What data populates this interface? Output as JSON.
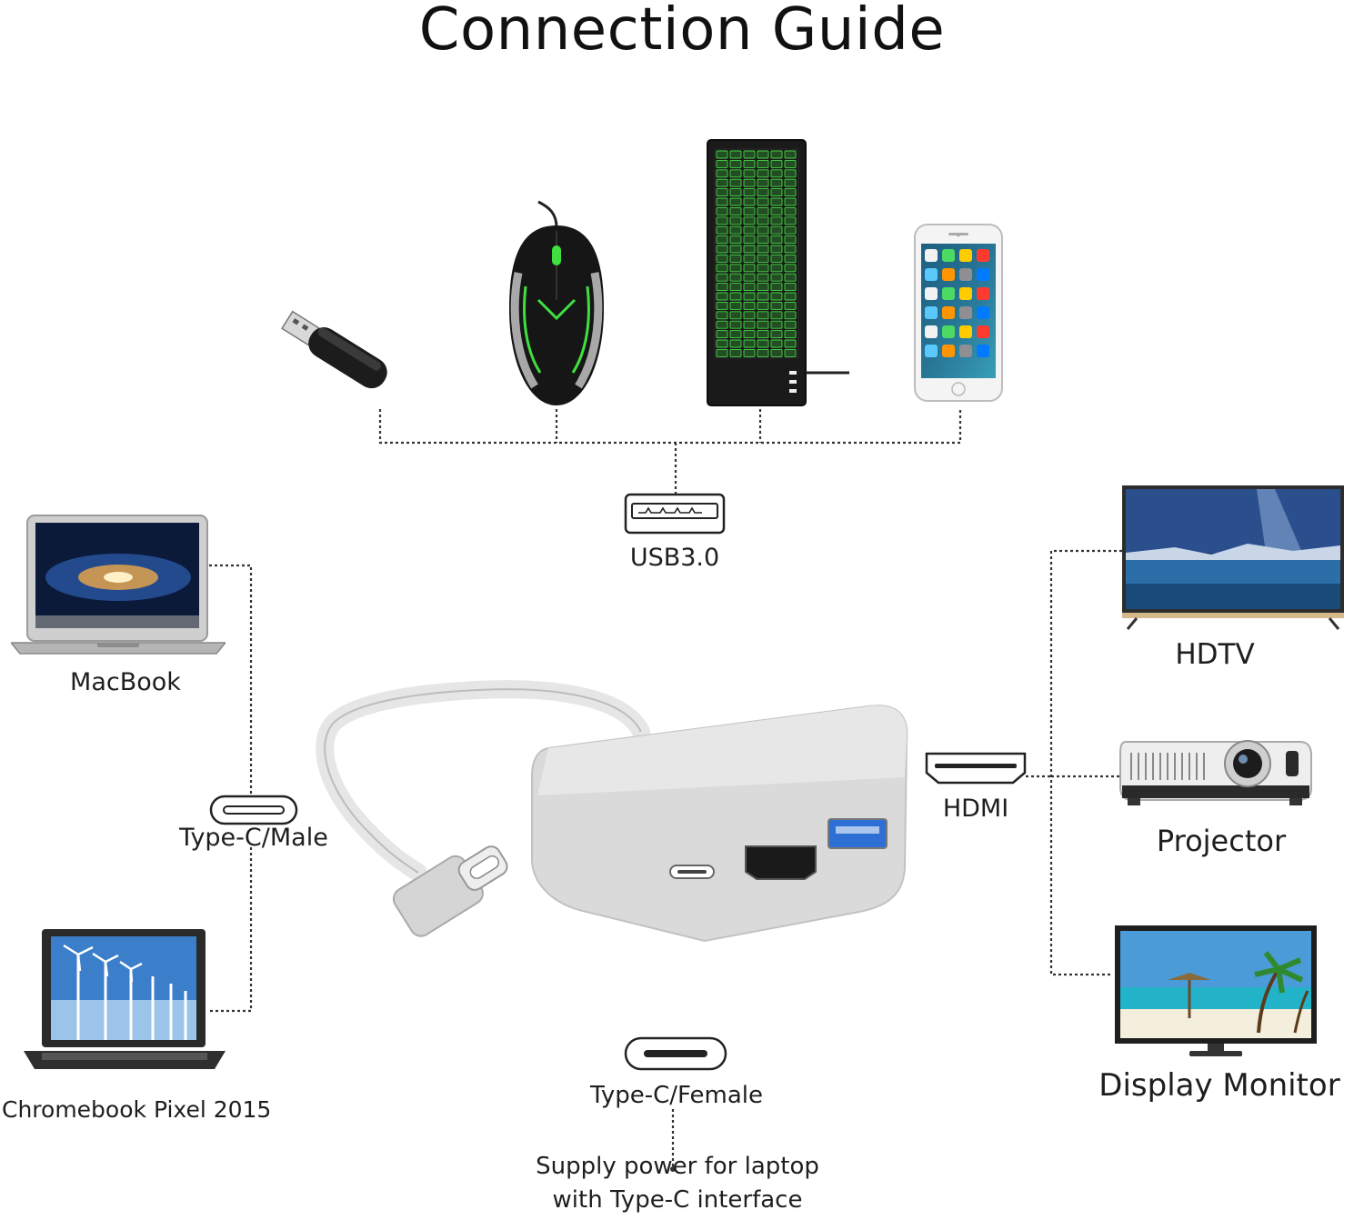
{
  "title": "Connection Guide",
  "labels": {
    "usb": "USB3.0",
    "macbook": "MacBook",
    "typec_male": "Type-C/Male",
    "chromebook": "Chromebook Pixel 2015",
    "hdtv": "HDTV",
    "hdmi": "HDMI",
    "projector": "Projector",
    "monitor": "Display Monitor",
    "typec_female": "Type-C/Female",
    "power_line1": "Supply power for laptop",
    "power_line2": "with Type-C interface"
  },
  "colors": {
    "line": "#333333",
    "adapter_body": "#dcdcdc",
    "keyboard_glow": "#3ccf3c",
    "screen_blue": "#2a6fb8"
  }
}
